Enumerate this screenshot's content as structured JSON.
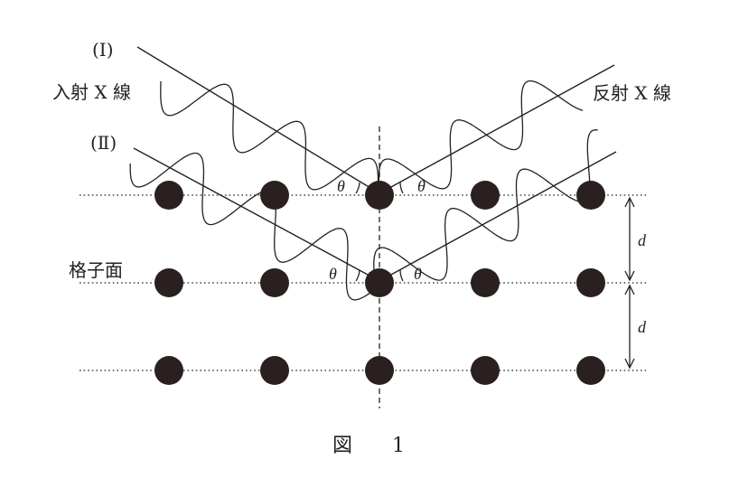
{
  "labels": {
    "ray1": "(Ⅰ)",
    "ray2": "(Ⅱ)",
    "incident": "入射 X 線",
    "reflected": "反射 X 線",
    "lattice_plane": "格子面",
    "theta": "θ",
    "spacing": "d"
  },
  "caption": {
    "prefix": "図",
    "number": "1"
  },
  "lattice": {
    "columns": 5,
    "rows": 3
  },
  "colors": {
    "ink": "#222222",
    "atom": "#2b2020"
  }
}
